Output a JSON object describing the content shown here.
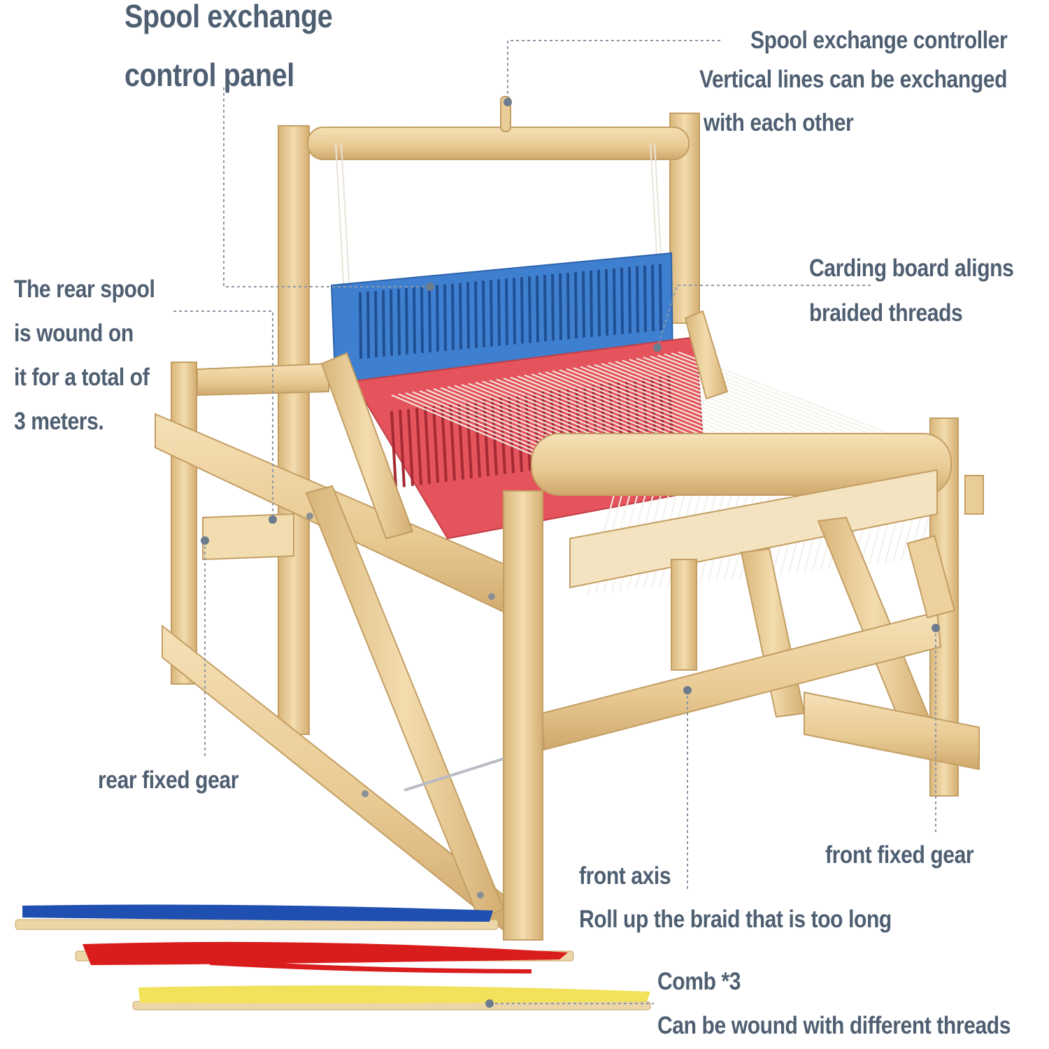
{
  "labels": {
    "panel_title_line1": "Spool exchange",
    "panel_title_line2": "control panel",
    "controller_line1": "Spool exchange controller",
    "controller_line2": "Vertical lines can be exchanged",
    "controller_line3": "with each other",
    "carding_line1": "Carding board aligns",
    "carding_line2": "braided threads",
    "rear_spool_line1": "The rear spool",
    "rear_spool_line2": " is wound on",
    "rear_spool_line3": "it for a total of",
    "rear_spool_line4": "3 meters.",
    "rear_gear": "rear fixed gear",
    "front_gear": "front fixed gear",
    "front_axis_line1": "front axis",
    "front_axis_line2": "Roll up the braid that is too long",
    "comb_line1": "Comb *3",
    "comb_line2": "Can be wound with different threads"
  },
  "colors": {
    "label_text": "#4f5f72",
    "leader_line": "#8c98a6",
    "wood": "#ecd19f",
    "wood_dark": "#c9a56a",
    "blue_board": "#3f7fd0",
    "red_board": "#e5545c",
    "blue_yarn": "#1f4fb0",
    "red_yarn": "#d91c1c",
    "yellow_yarn": "#f2e15a"
  }
}
